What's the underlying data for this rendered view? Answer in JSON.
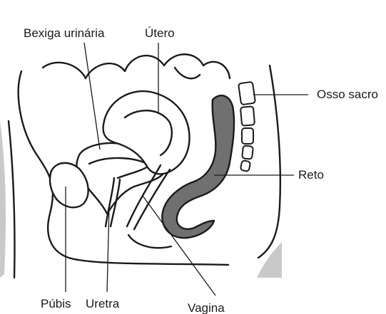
{
  "labels": {
    "bexiga": "Bexiga urinária",
    "utero": "Útero",
    "osso_sacro": "Osso sacro",
    "reto": "Reto",
    "pubis": "Púbis",
    "uretra": "Uretra",
    "vagina": "Vagina"
  },
  "colors": {
    "line": "#1a1a1a",
    "rectum_fill": "#707070",
    "shading": "#c9c9c9",
    "background": "#ffffff"
  }
}
